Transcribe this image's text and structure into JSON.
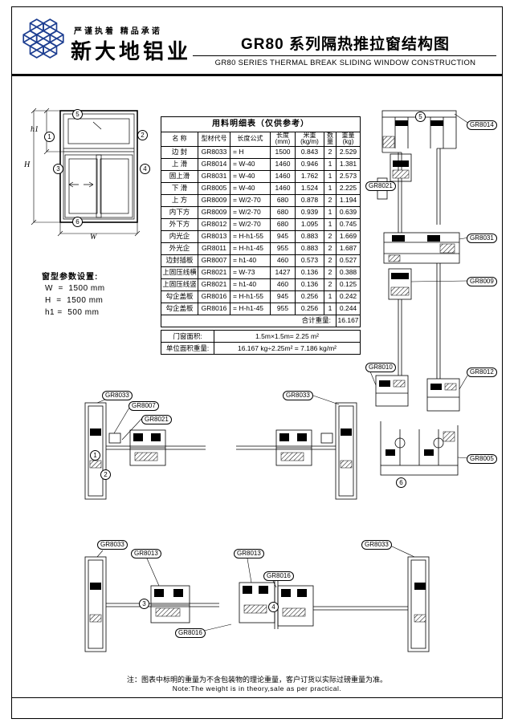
{
  "header": {
    "slogan": "严谨执着  精品承诺",
    "company": "新大地铝业",
    "title_cn": "GR80 系列隔热推拉窗结构图",
    "title_en": "GR80  SERIES THERMAL BREAK SLIDING WINDOW CONSTRUCTION"
  },
  "elevation": {
    "dim_h": "H",
    "dim_w": "W",
    "dim_h1": "h1"
  },
  "params": {
    "title": "窗型参数设置:",
    "items": [
      "W  =  1500 mm",
      "H  =  1500 mm",
      "h1 =  500 mm"
    ]
  },
  "bom": {
    "title": "用料明细表（仅供参考）",
    "headers": [
      "名 称",
      "型材代号",
      "长度公式",
      "长度(mm)",
      "米重(kg/m)",
      "数 量",
      "重量(kg)"
    ],
    "rows": [
      [
        "边 封",
        "GR8033",
        "= H",
        "1500",
        "0.843",
        "2",
        "2.529"
      ],
      [
        "上 滑",
        "GR8014",
        "= W-40",
        "1460",
        "0.946",
        "1",
        "1.381"
      ],
      [
        "固上滑",
        "GR8031",
        "= W-40",
        "1460",
        "1.762",
        "1",
        "2.573"
      ],
      [
        "下 滑",
        "GR8005",
        "= W-40",
        "1460",
        "1.524",
        "1",
        "2.225"
      ],
      [
        "上 方",
        "GR8009",
        "= W/2-70",
        "680",
        "0.878",
        "2",
        "1.194"
      ],
      [
        "内下方",
        "GR8009",
        "= W/2-70",
        "680",
        "0.939",
        "1",
        "0.639"
      ],
      [
        "外下方",
        "GR8012",
        "= W/2-70",
        "680",
        "1.095",
        "1",
        "0.745"
      ],
      [
        "内光企",
        "GR8013",
        "= H-h1-55",
        "945",
        "0.883",
        "2",
        "1.669"
      ],
      [
        "外光企",
        "GR8011",
        "= H-h1-45",
        "955",
        "0.883",
        "2",
        "1.687"
      ],
      [
        "边封插板",
        "GR8007",
        "= h1-40",
        "460",
        "0.573",
        "2",
        "0.527"
      ],
      [
        "上固压线横",
        "GR8021",
        "= W-73",
        "1427",
        "0.136",
        "2",
        "0.388"
      ],
      [
        "上固压线竖",
        "GR8021",
        "= h1-40",
        "460",
        "0.136",
        "2",
        "0.125"
      ],
      [
        "勾企盖板",
        "GR8016",
        "= H-h1-55",
        "945",
        "0.256",
        "1",
        "0.242"
      ],
      [
        "勾企盖板",
        "GR8016",
        "= H-h1-45",
        "955",
        "0.256",
        "1",
        "0.244"
      ]
    ],
    "total_label": "合计重量:",
    "total_value": "16.167",
    "summary": {
      "area_label": "门窗面积:",
      "area_value": "1.5m×1.5m= 2.25 m²",
      "unit_label": "单位面积重量:",
      "unit_value": "16.167 kg÷2.25m² = 7.186 kg/m²"
    }
  },
  "callouts": [
    "1",
    "2",
    "3",
    "4",
    "5",
    "6"
  ],
  "part_labels": {
    "right_section": [
      "GR8014",
      "GR8021",
      "GR8031",
      "GR8009",
      "GR8010",
      "GR8012",
      "GR8005"
    ],
    "middle_section": [
      "GR8033",
      "GR8007",
      "GR8021",
      "GR8033"
    ],
    "bottom_section": [
      "GR8033",
      "GR8013",
      "GR8013",
      "GR8016",
      "GR8016",
      "GR8033"
    ]
  },
  "footer": {
    "note_cn": "注：图表中标明的重量为不含包装物的理论重量，客户订货以实际过磅重量为准。",
    "note_en": "Note:The weight is in theory,sale as per practical."
  }
}
